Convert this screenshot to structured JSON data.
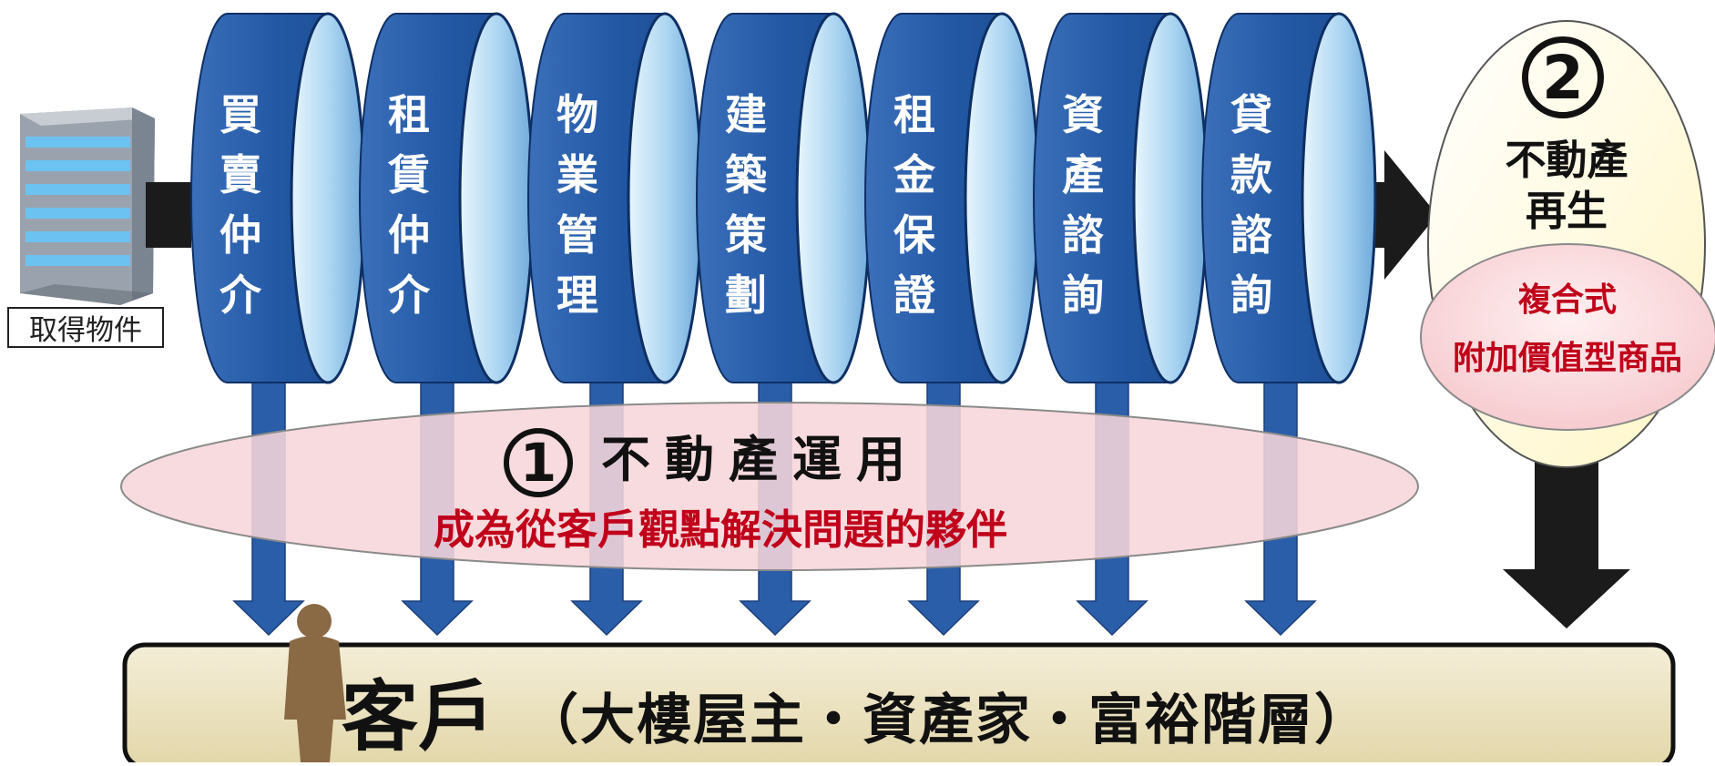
{
  "acquire_label": "取得物件",
  "service_cylinders": [
    {
      "label": "買賣仲介"
    },
    {
      "label": "租賃仲介"
    },
    {
      "label": "物業管理"
    },
    {
      "label": "建築策劃"
    },
    {
      "label": "租金保證"
    },
    {
      "label": "資產諮詢"
    },
    {
      "label": "貸款諮詢"
    }
  ],
  "operation": {
    "number": "1",
    "title": "不動產運用",
    "subtitle": "成為從客戶觀點解決問題的夥伴"
  },
  "regeneration": {
    "number": "2",
    "title_line1": "不動產",
    "title_line2": "再生",
    "product_line1": "複合式",
    "product_line2": "附加價值型商品"
  },
  "customer": {
    "title": "客戶",
    "detail": "（大樓屋主・資產家・富裕階層）"
  },
  "colors": {
    "cylinder_blue": "#1f56a6",
    "cylinder_face": "#bfe2f5",
    "arrow_blue": "#2a5ea8",
    "pink": "#f7d6d9",
    "egg": "#fffbe0",
    "accent_red": "#c0001a",
    "customer_bar": "#ece4c8"
  }
}
